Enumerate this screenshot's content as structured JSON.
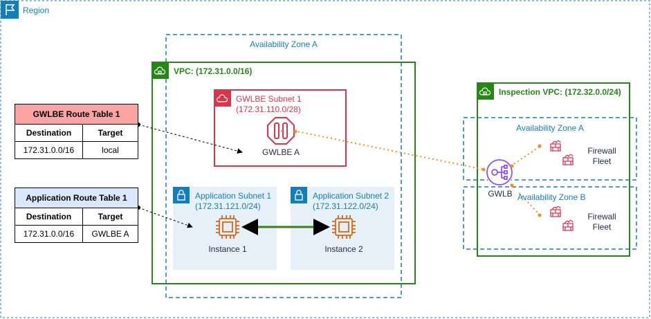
{
  "region": {
    "label": "Region"
  },
  "az_a_main": {
    "label": "Availability Zone A"
  },
  "vpc": {
    "label": "VPC: (172.31.0.0/16)"
  },
  "gwlbe_subnet": {
    "name": "GWLBE Subnet 1",
    "cidr": "(172.31.110.0/28)",
    "endpoint_label": "GWLBE A"
  },
  "app_subnet_1": {
    "name": "Application Subnet 1",
    "cidr": "(172.31.121.0/24)",
    "instance_label": "Instance 1"
  },
  "app_subnet_2": {
    "name": "Application Subnet 2",
    "cidr": "(172.31.122.0/24)",
    "instance_label": "Instance 2"
  },
  "inspection_vpc": {
    "label": "Inspection VPC: (172.32.0.0/24)",
    "az_a": "Availability Zone A",
    "az_b": "Availability Zone B",
    "gwlb_label": "GWLB",
    "fleet_a": {
      "line1": "Firewall",
      "line2": "Fleet"
    },
    "fleet_b": {
      "line1": "Firewall",
      "line2": "Fleet"
    }
  },
  "gwlbe_route_table": {
    "title": "GWLBE Route Table 1",
    "headers": [
      "Destination",
      "Target"
    ],
    "rows": [
      [
        "172.31.0.0/16",
        "local"
      ]
    ]
  },
  "app_route_table": {
    "title": "Application Route Table 1",
    "headers": [
      "Destination",
      "Target"
    ],
    "rows": [
      [
        "172.31.0.0/16",
        "GWLBE A"
      ]
    ]
  },
  "colors": {
    "region": "#147eba",
    "vpc": "#248814",
    "gwlbe": "#dd344c",
    "gwlb": "#8c4fff",
    "instance": "#d86613",
    "gwlbe_table_header": "#f9a3a3",
    "app_table_header": "#dae8fc"
  }
}
